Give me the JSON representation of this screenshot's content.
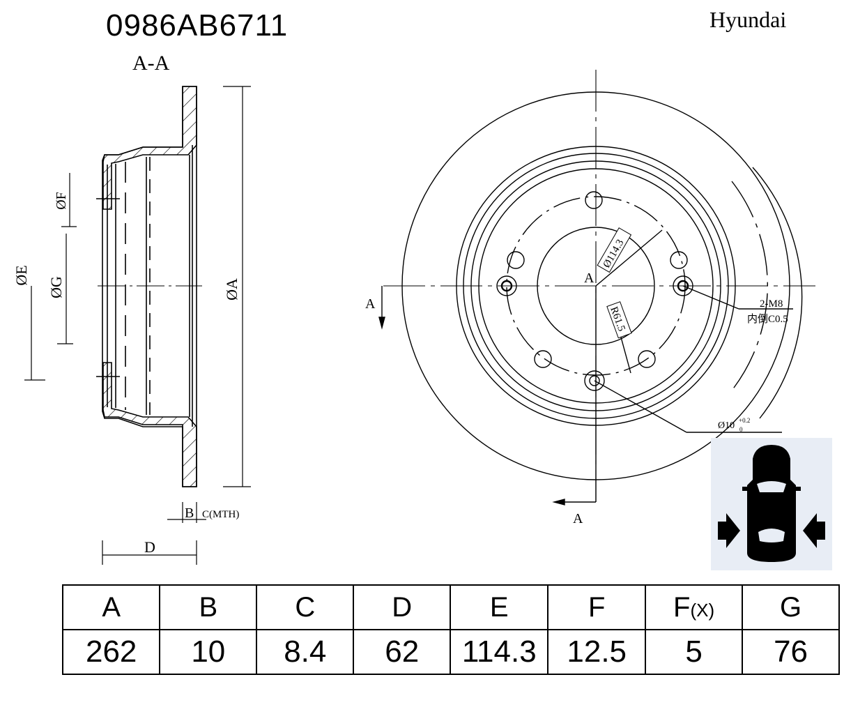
{
  "header": {
    "part_number": "0986AB6711",
    "brand": "Hyundai"
  },
  "drawing": {
    "section_label": "A-A",
    "section_marker": "A",
    "dimension_labels": {
      "A": "ØA",
      "E": "ØE",
      "G": "ØG",
      "F": "ØF",
      "B": "B",
      "C": "C(MTH)",
      "D": "D"
    },
    "annotations": {
      "pcd": "Ø114.3",
      "radius": "R61.5",
      "thread": "2-M8",
      "chamfer": "内倒C0.5",
      "hole": "Ø10",
      "hole_tol_upper": "+0.2",
      "hole_tol_lower": "0"
    }
  },
  "table": {
    "headers": [
      "A",
      "B",
      "C",
      "D",
      "E",
      "F",
      "F",
      "G"
    ],
    "f_x_subscript": "(X)",
    "values": [
      "262",
      "10",
      "8.4",
      "62",
      "114.3",
      "12.5",
      "5",
      "76"
    ]
  },
  "icon": {
    "name": "rear-axle-car-icon",
    "bg": "#e8edf5"
  }
}
